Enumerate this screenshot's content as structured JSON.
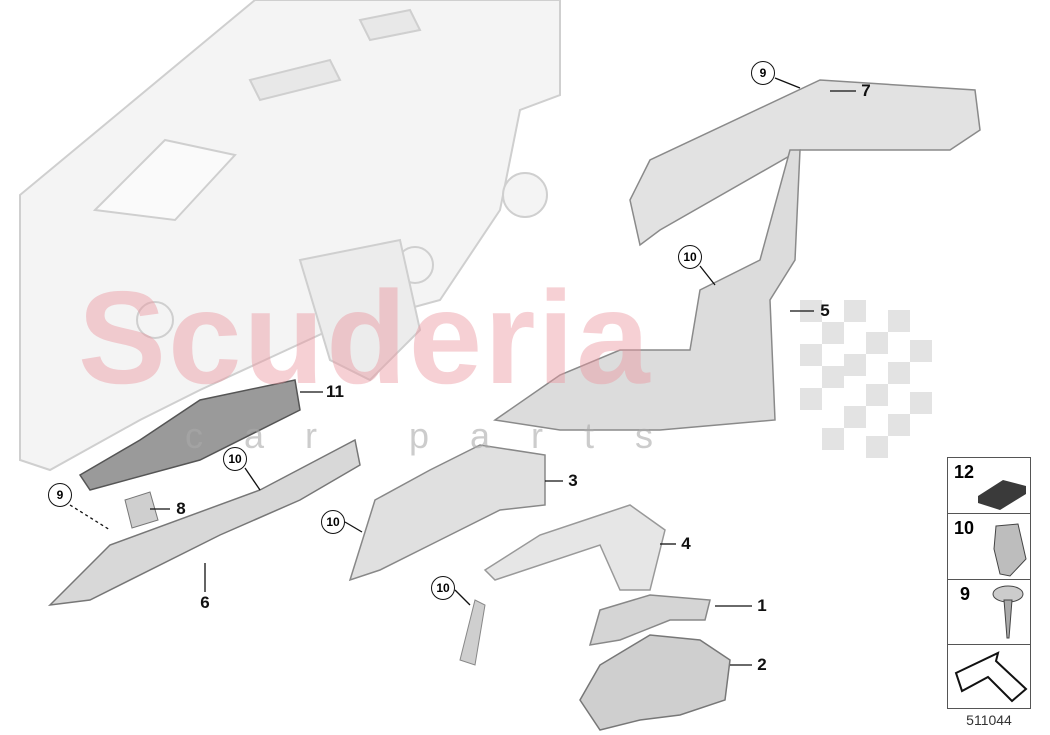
{
  "diagram": {
    "callouts": [
      "1",
      "2",
      "3",
      "4",
      "5",
      "6",
      "7",
      "8",
      "11"
    ],
    "circled_callouts": {
      "nine_top": "9",
      "ten_a": "10",
      "ten_b": "10",
      "nine_left": "9",
      "ten_c": "10",
      "ten_d": "10"
    },
    "legend": [
      {
        "number": "12",
        "icon": "foam-pad-icon"
      },
      {
        "number": "10",
        "icon": "clip-nut-icon"
      },
      {
        "number": "9",
        "icon": "screw-icon"
      },
      {
        "number": "",
        "icon": "direction-arrow-icon"
      }
    ],
    "document_number": "511044",
    "watermark": {
      "brand": "Scuderia",
      "tagline": "car parts"
    },
    "colors": {
      "part_fill": "#e2e2e2",
      "part_dark": "#8a8a8a",
      "watermark": "#ec96a0"
    }
  }
}
